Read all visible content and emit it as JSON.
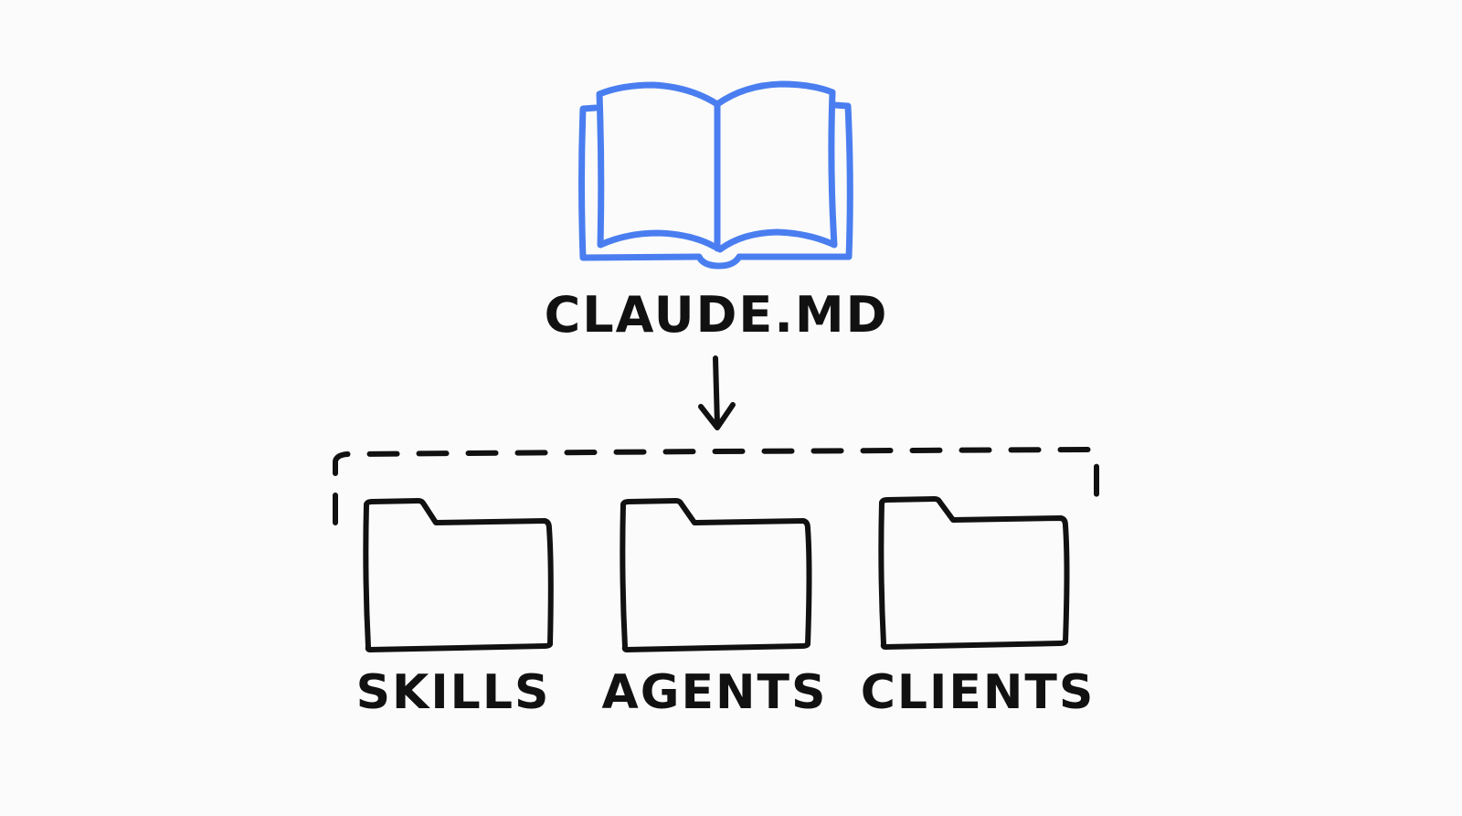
{
  "root": {
    "label": "CLAUDE.MD",
    "icon": "open-book-icon"
  },
  "folders": [
    {
      "label": "SKILLS",
      "icon": "folder-icon"
    },
    {
      "label": "AGENTS",
      "icon": "folder-icon"
    },
    {
      "label": "CLIENTS",
      "icon": "folder-icon"
    }
  ],
  "colors": {
    "background": "#fbfbfb",
    "book": "#4a7ef0",
    "ink": "#111111"
  }
}
